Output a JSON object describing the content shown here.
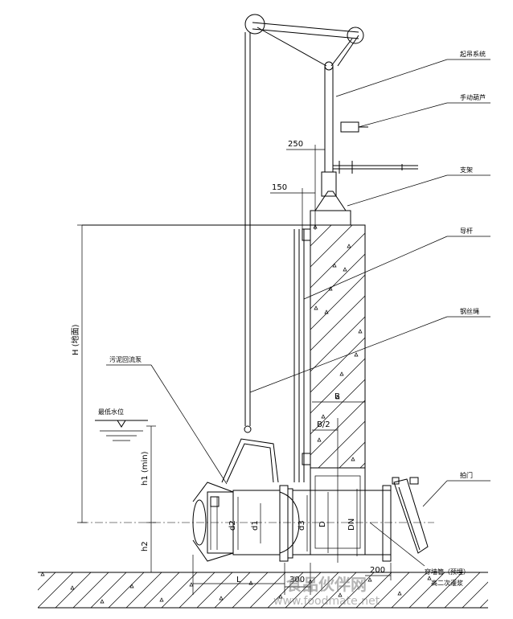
{
  "callouts": {
    "lifting_system": "起吊系统",
    "manual_hoist": "手动葫芦",
    "bracket": "支架",
    "guide_rod": "导杆",
    "steel_cable": "钢丝绳",
    "sludge_pump": "污泥回流泵",
    "flap_gate": "拍门",
    "wall_pipe": "穿墙管（预埋）",
    "grouting": "高二次灌浆"
  },
  "water_level": "最低水位",
  "dimensions": {
    "d250": "250",
    "d150": "150",
    "H": "H (地面)",
    "B": "B",
    "B2": "B/2",
    "h1": "h1 (min)",
    "h2": "h2",
    "d2": "d2",
    "d1": "d1",
    "d3": "d3",
    "D": "D",
    "DN": "DN",
    "L": "L",
    "d300": "300",
    "d200": "200"
  },
  "watermark": {
    "cn": "食品伙伴网",
    "url": "www.foodmate.net"
  }
}
